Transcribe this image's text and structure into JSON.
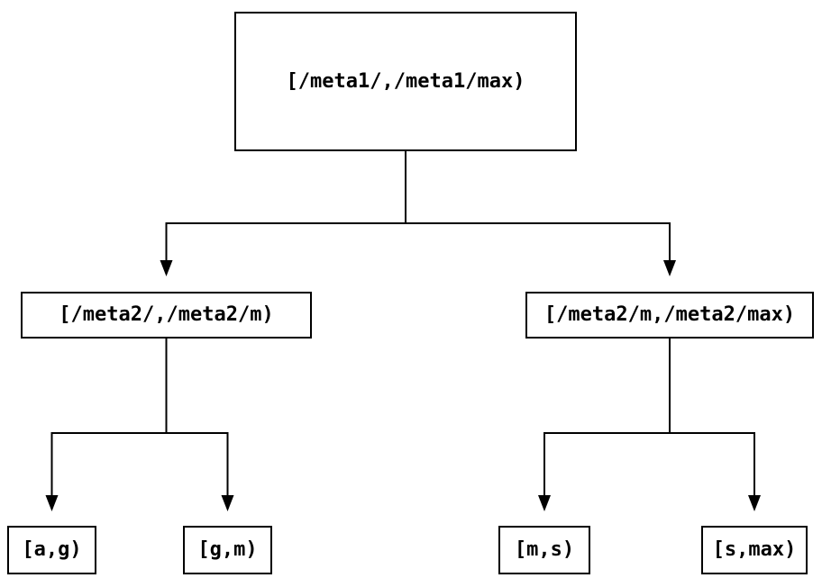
{
  "diagram": {
    "type": "tree",
    "levels": 3,
    "nodes": {
      "root": {
        "label": "[/meta1/,/meta1/max)"
      },
      "meta2_low": {
        "label": "[/meta2/,/meta2/m)"
      },
      "meta2_high": {
        "label": "[/meta2/m,/meta2/max)"
      },
      "leaf_ag": {
        "label": "[a,g)"
      },
      "leaf_gm": {
        "label": "[g,m)"
      },
      "leaf_ms": {
        "label": "[m,s)"
      },
      "leaf_smax": {
        "label": "[s,max)"
      }
    },
    "edges": [
      {
        "from": "root",
        "to": "meta2_low"
      },
      {
        "from": "root",
        "to": "meta2_high"
      },
      {
        "from": "meta2_low",
        "to": "leaf_ag"
      },
      {
        "from": "meta2_low",
        "to": "leaf_gm"
      },
      {
        "from": "meta2_high",
        "to": "leaf_ms"
      },
      {
        "from": "meta2_high",
        "to": "leaf_smax"
      }
    ],
    "colors": {
      "background": "#ffffff",
      "line": "#000000",
      "box_border": "#000000",
      "box_fill": "#ffffff",
      "text": "#000000"
    }
  }
}
